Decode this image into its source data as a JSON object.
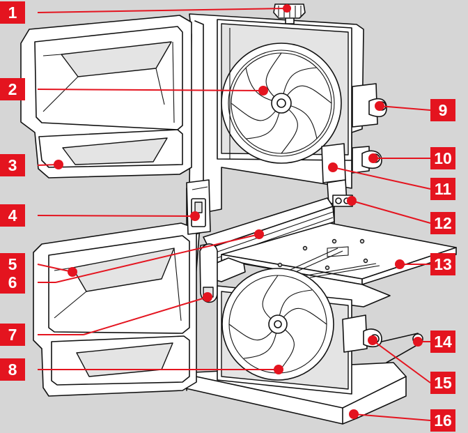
{
  "accent": "#e4141f",
  "background": "#d6d6d6",
  "callouts": [
    {
      "label": "1",
      "side": "left"
    },
    {
      "label": "2",
      "side": "left"
    },
    {
      "label": "3",
      "side": "left"
    },
    {
      "label": "4",
      "side": "left"
    },
    {
      "label": "5",
      "side": "left"
    },
    {
      "label": "6",
      "side": "left"
    },
    {
      "label": "7",
      "side": "left"
    },
    {
      "label": "8",
      "side": "left"
    },
    {
      "label": "9",
      "side": "right"
    },
    {
      "label": "10",
      "side": "right"
    },
    {
      "label": "11",
      "side": "right"
    },
    {
      "label": "12",
      "side": "right"
    },
    {
      "label": "13",
      "side": "right"
    },
    {
      "label": "14",
      "side": "right"
    },
    {
      "label": "15",
      "side": "right"
    },
    {
      "label": "16",
      "side": "right"
    }
  ]
}
